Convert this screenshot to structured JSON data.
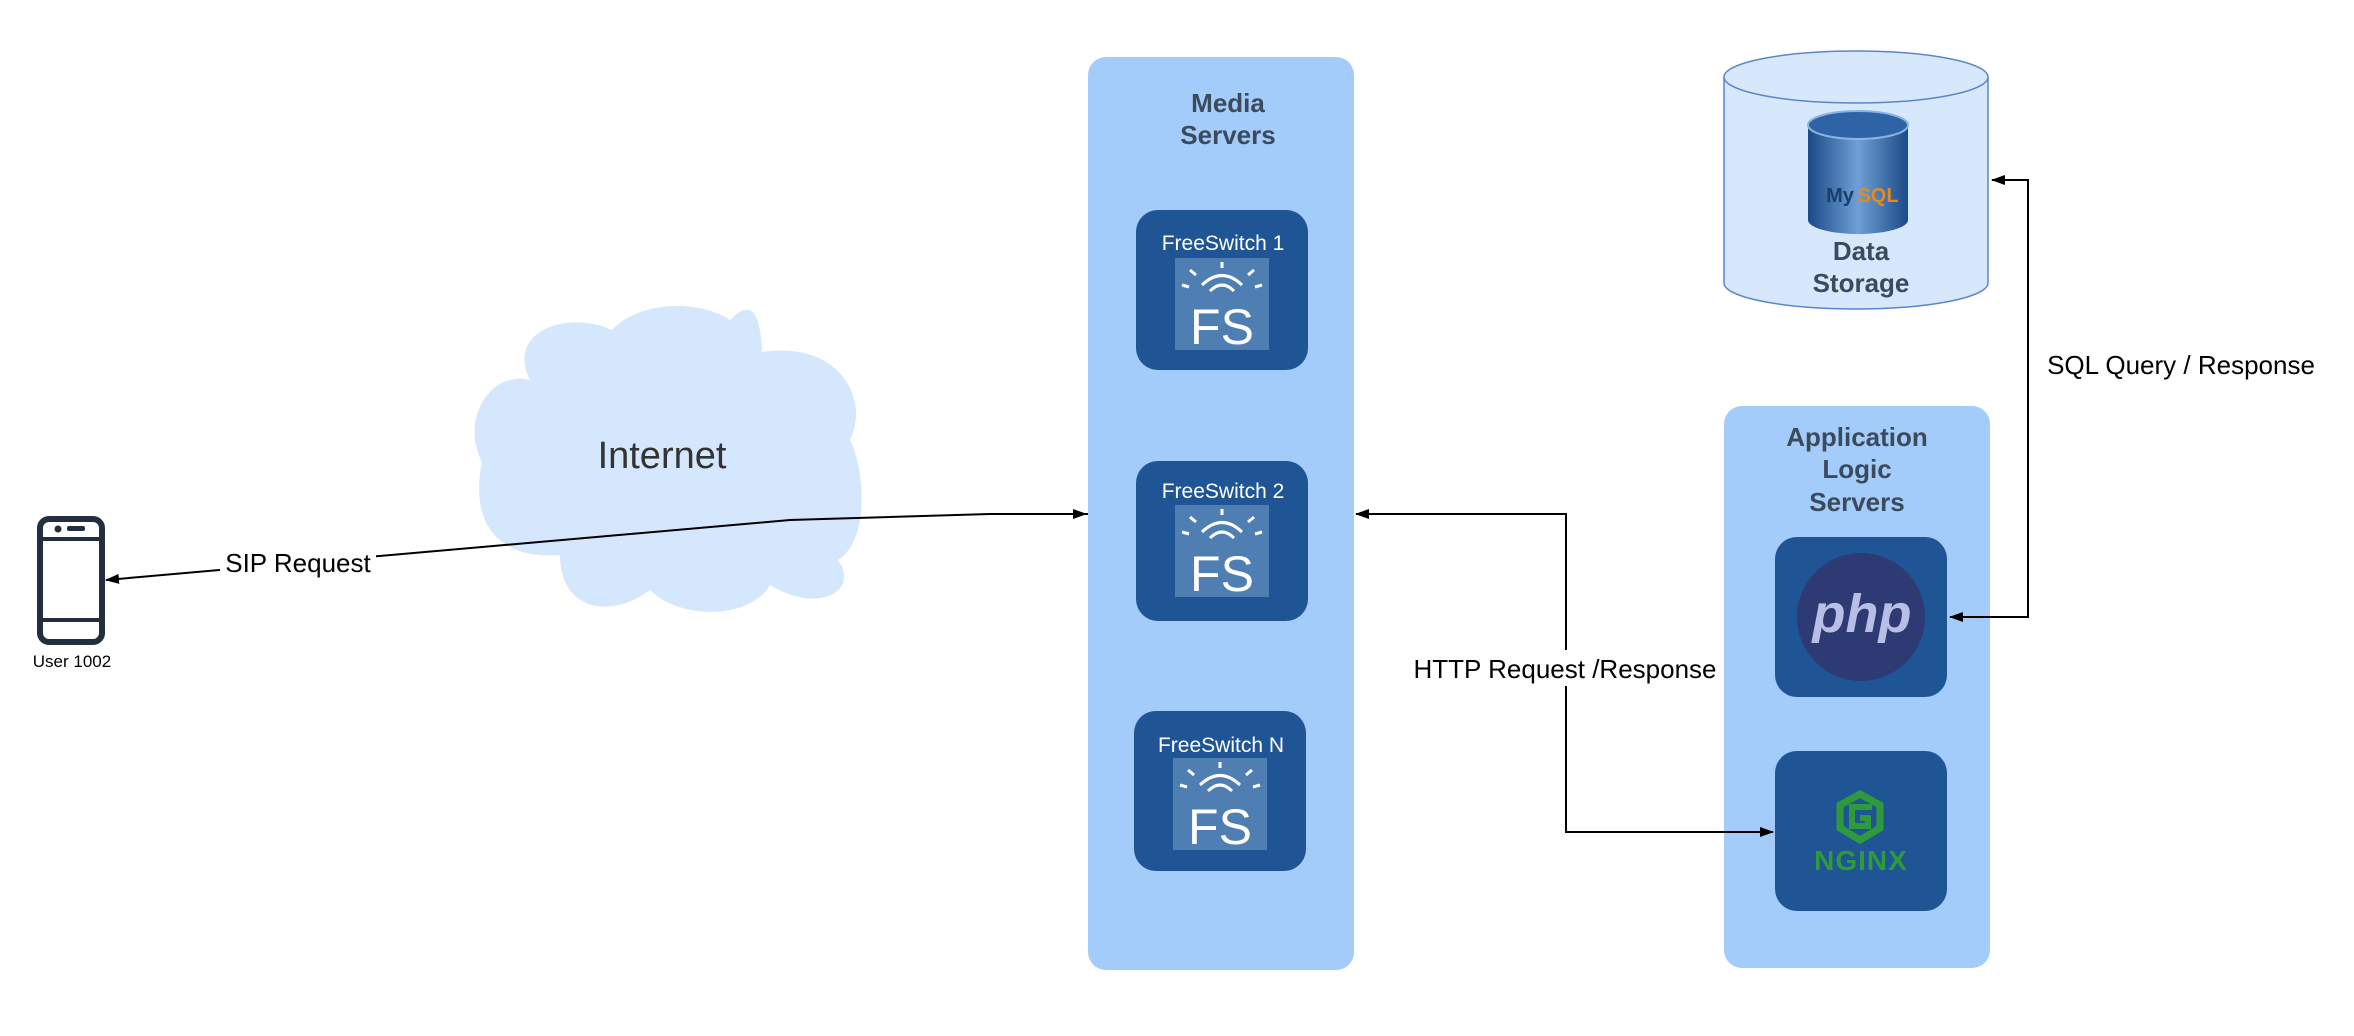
{
  "user": {
    "label": "User 1002"
  },
  "internet": {
    "label": "Internet"
  },
  "media_servers": {
    "title_line1": "Media",
    "title_line2": "Servers",
    "servers": [
      {
        "label": "FreeSwitch 1",
        "logo_text": "FS"
      },
      {
        "label": "FreeSwitch 2",
        "logo_text": "FS"
      },
      {
        "label": "FreeSwitch N",
        "logo_text": "FS"
      }
    ]
  },
  "data_storage": {
    "title_line1": "Data",
    "title_line2": "Storage",
    "logo_text_my": "My",
    "logo_text_sql": "SQL"
  },
  "app_servers": {
    "title_line1": "Application",
    "title_line2": "Logic",
    "title_line3": "Servers",
    "php_logo": "php",
    "nginx_logo": "NGINX"
  },
  "connections": {
    "sip": "SIP Request",
    "http": "HTTP Request /Response",
    "sql": "SQL Query / Response"
  },
  "colors": {
    "container": "#a3ccfb",
    "server_box": "#1f5594",
    "cloud": "#d5e7fd",
    "storage": "#d7e8fd",
    "fs_tile": "#4f7fb2",
    "php_circle": "#2d3a74",
    "php_text": "#b8bfe6",
    "nginx": "#2f9a3c"
  }
}
